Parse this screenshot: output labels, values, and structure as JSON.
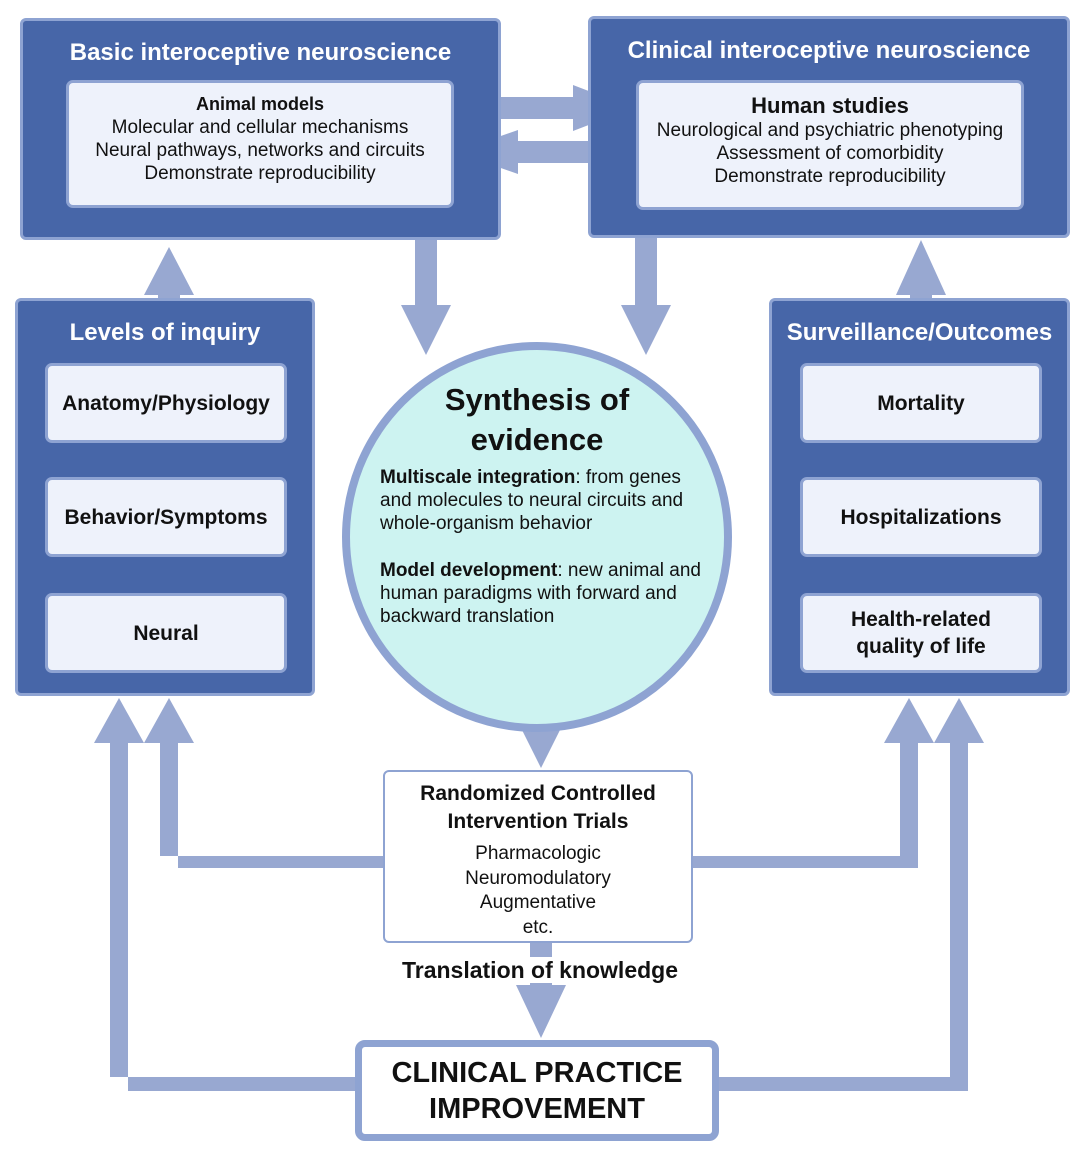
{
  "colors": {
    "panel": "#4766a8",
    "panel_border": "#8ea3d2",
    "inner": "#eef2fb",
    "circle": "#cdf3f1",
    "arrow": "#98a8d1"
  },
  "basic": {
    "title": "Basic interoceptive neuroscience",
    "heading": "Animal models",
    "lines": [
      "Molecular and cellular mechanisms",
      "Neural pathways, networks and circuits",
      "Demonstrate reproducibility"
    ]
  },
  "clinical": {
    "title": "Clinical interoceptive neuroscience",
    "heading": "Human studies",
    "lines": [
      "Neurological and psychiatric phenotyping",
      "Assessment of comorbidity",
      "Demonstrate reproducibility"
    ]
  },
  "levels": {
    "title": "Levels of inquiry",
    "items": [
      "Anatomy/Physiology",
      "Behavior/Symptoms",
      "Neural"
    ]
  },
  "surveillance": {
    "title": "Surveillance/Outcomes",
    "items": [
      "Mortality",
      "Hospitalizations",
      "Health-related quality of life"
    ]
  },
  "synthesis": {
    "title": "Synthesis of evidence",
    "p1_bold": "Multiscale integration",
    "p1_rest": ": from genes and molecules to neural circuits and whole-organism behavior",
    "p2_bold": "Model development",
    "p2_rest": ": new animal and human paradigms with forward and backward translation"
  },
  "rct": {
    "title": "Randomized Controlled Intervention Trials",
    "items": [
      "Pharmacologic",
      "Neuromodulatory",
      "Augmentative",
      "etc."
    ]
  },
  "translation": "Translation of knowledge",
  "practice": {
    "line1": "CLINICAL PRACTICE",
    "line2": "IMPROVEMENT"
  }
}
